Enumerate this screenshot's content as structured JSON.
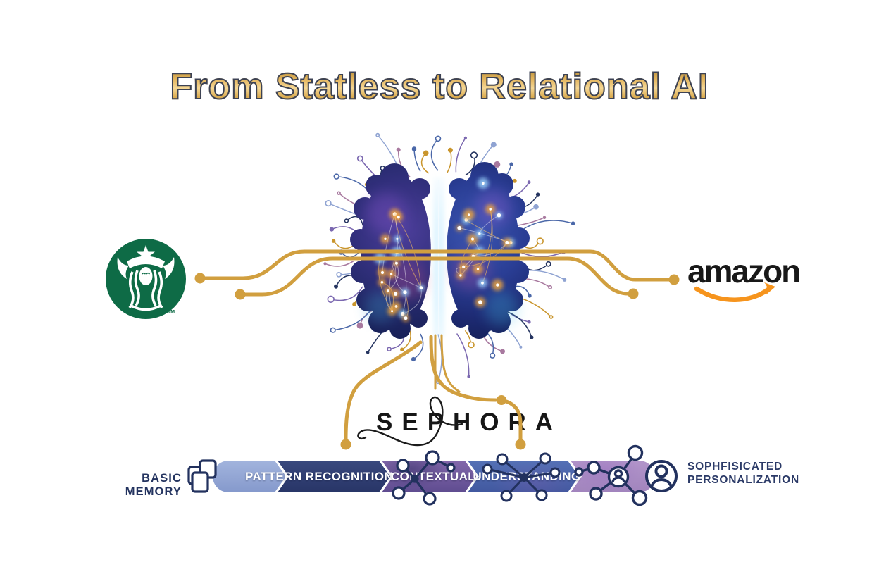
{
  "title": "From Statless to Relational AI",
  "brands": {
    "starbucks": {
      "trademark": "TM"
    },
    "amazon": {
      "wordmark": "amazon"
    },
    "sephora": {
      "wordmark": "SEPHORA"
    }
  },
  "progression": {
    "left_label": "BASIC MEMORY",
    "stages": [
      "PATTERN RECOGNITION",
      "CONTEXTUAL",
      "UNDERSTANDING"
    ],
    "right_label_line1": "SOPHFISICATED",
    "right_label_line2": "PERSONALIZATION"
  },
  "icons": {
    "left_of_bar": "stacked-frames-icon",
    "over_contextual": "molecule-network-icon",
    "over_understanding": "hub-spoke-network-icon",
    "end_of_bar": "person-network-icon",
    "right_of_bar": "person-circle-icon"
  },
  "colors": {
    "title_gold": "#d9a94e",
    "connector_gold": "#d19f3f",
    "navy_icon": "#22315e",
    "starbucks_green": "#0e6b46",
    "amazon_orange": "#f6941d",
    "segment_1": "#93a7d6",
    "segment_2": "#2e3d78",
    "segment_3": "#74599f",
    "segment_4": "#4a66ae",
    "segment_5": "#a88cc0"
  }
}
